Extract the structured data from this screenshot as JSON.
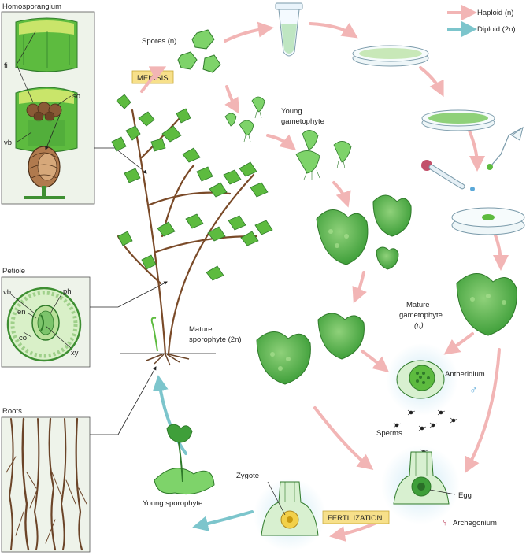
{
  "legend": {
    "haploid_label": "Haploid (n)",
    "diploid_label": "Diploid (2n)",
    "haploid_color": "#f2b5b5",
    "diploid_color": "#7cc5cc"
  },
  "insets": {
    "homosporangium": {
      "title": "Homosporangium",
      "fi": "fi",
      "so": "so",
      "vb": "vb"
    },
    "petiole": {
      "title": "Petiole",
      "vb": "vb",
      "ph": "ph",
      "en": "en",
      "co": "co",
      "xy": "xy"
    },
    "roots": {
      "title": "Roots"
    }
  },
  "stages": {
    "spores": "Spores (n)",
    "meiosis": "MEIOSIS",
    "young_gametophyte_1": "Young",
    "young_gametophyte_2": "gametophyte",
    "mature_sporophyte_1": "Mature",
    "mature_sporophyte_2": "sporophyte (2n)",
    "mature_gametophyte_1": "Mature",
    "mature_gametophyte_2": "gametophyte",
    "mature_gametophyte_3": "(n)",
    "antheridium": "Antheridium",
    "sperms": "Sperms",
    "egg": "Egg",
    "archegonium": "Archegonium",
    "fertilization": "FERTILIZATION",
    "zygote": "Zygote",
    "young_sporophyte": "Young sporophyte"
  },
  "symbols": {
    "male": "♂",
    "female": "♀"
  }
}
